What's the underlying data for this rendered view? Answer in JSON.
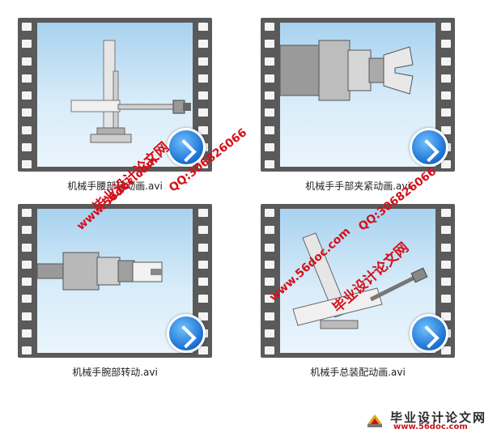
{
  "videos": [
    {
      "filename": "机械手腰部转动画.avi"
    },
    {
      "filename": "机械手手部夹紧动画.avi"
    },
    {
      "filename": "机械手腕部转动.avi"
    },
    {
      "filename": "机械手总装配动画.avi"
    }
  ],
  "watermarks": {
    "site_name": "毕业设计论文网",
    "url": "www.56doc.com",
    "qq": "QQ:306826066"
  },
  "logo": {
    "title": "毕业设计论文网",
    "url": "www.56doc.com"
  },
  "colors": {
    "film": "#5a5a5a",
    "sky": "#a8d2ef",
    "play": "#1a6fd0",
    "watermark": "#d4101a"
  }
}
